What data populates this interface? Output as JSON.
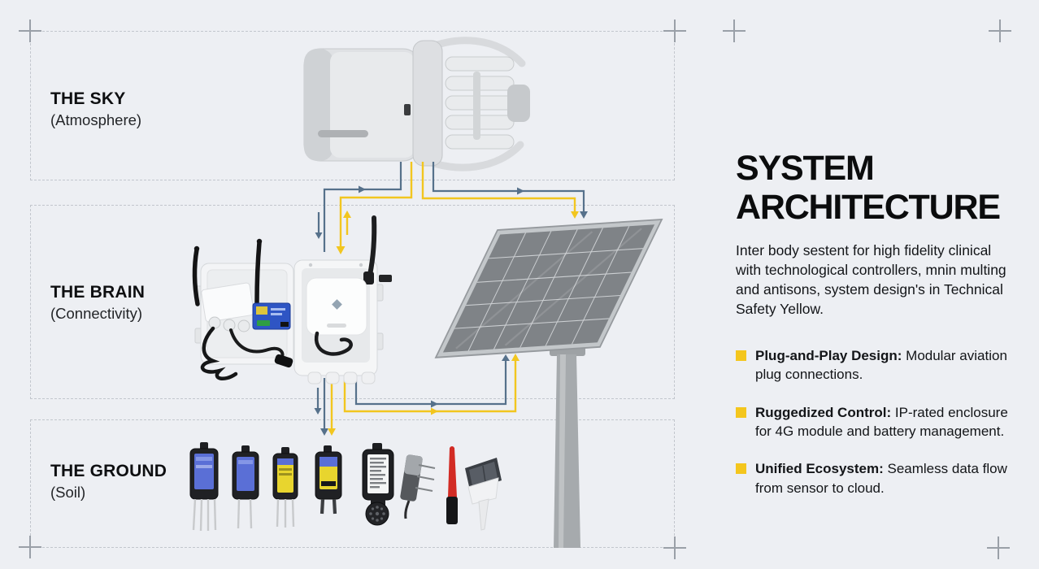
{
  "colors": {
    "background": "#edeff3",
    "accent_yellow": "#f4c61d",
    "accent_blue_gray": "#56718b"
  },
  "zones": [
    {
      "title": "THE SKY",
      "subtitle": "(Atmosphere)"
    },
    {
      "title": "THE BRAIN",
      "subtitle": "(Connectivity)"
    },
    {
      "title": "THE GROUND",
      "subtitle": "(Soil)"
    }
  ],
  "panel": {
    "title_line1": "SYSTEM",
    "title_line2": "ARCHITECTURE",
    "description": "Inter body sestent for high fidelity clinical with technological controllers, mnin multing and antisons, system design's in Technical Safety Yellow.",
    "bullets": [
      {
        "label": "Plug-and-Play Design:",
        "text": "Modular aviation plug connections."
      },
      {
        "label": "Ruggedized Control:",
        "text": "IP-rated enclosure for 4G module and battery management."
      },
      {
        "label": "Unified Ecosystem:",
        "text": "Seamless data flow from sensor to cloud."
      }
    ]
  }
}
